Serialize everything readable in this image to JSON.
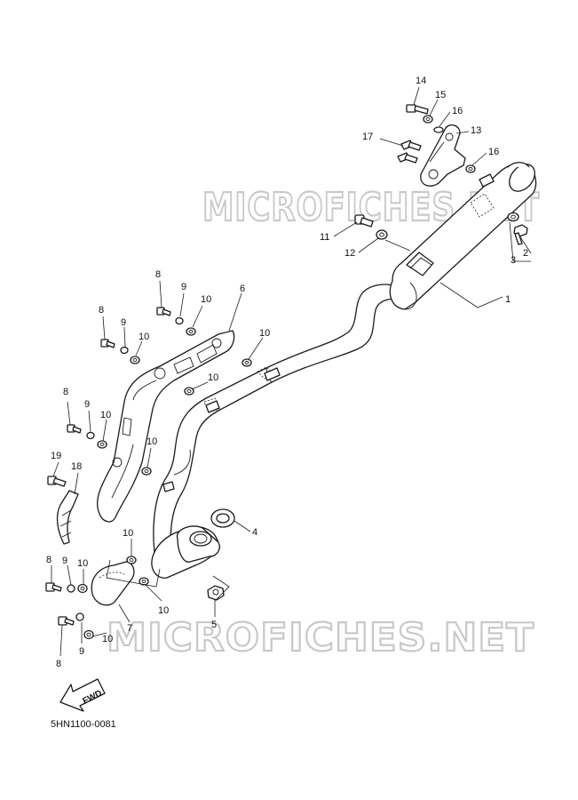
{
  "watermark": "MICROFICHES.NET",
  "diagram_code": "5HN1100-0081",
  "fwd_label": "FWD",
  "callouts": [
    {
      "id": "c14",
      "text": "14"
    },
    {
      "id": "c15",
      "text": "15"
    },
    {
      "id": "c16a",
      "text": "16"
    },
    {
      "id": "c13",
      "text": "13"
    },
    {
      "id": "c17",
      "text": "17"
    },
    {
      "id": "c16b",
      "text": "16"
    },
    {
      "id": "c11",
      "text": "11"
    },
    {
      "id": "c12",
      "text": "12"
    },
    {
      "id": "c2",
      "text": "2"
    },
    {
      "id": "c3",
      "text": "3"
    },
    {
      "id": "c1",
      "text": "1"
    },
    {
      "id": "c8a",
      "text": "8"
    },
    {
      "id": "c9a",
      "text": "9"
    },
    {
      "id": "c10a",
      "text": "10"
    },
    {
      "id": "c6",
      "text": "6"
    },
    {
      "id": "c8b",
      "text": "8"
    },
    {
      "id": "c9b",
      "text": "9"
    },
    {
      "id": "c10b",
      "text": "10"
    },
    {
      "id": "c10c",
      "text": "10"
    },
    {
      "id": "c10d",
      "text": "10"
    },
    {
      "id": "c8c",
      "text": "8"
    },
    {
      "id": "c9c",
      "text": "9"
    },
    {
      "id": "c10e",
      "text": "10"
    },
    {
      "id": "c10f",
      "text": "10"
    },
    {
      "id": "c19",
      "text": "19"
    },
    {
      "id": "c18",
      "text": "18"
    },
    {
      "id": "c4",
      "text": "4"
    },
    {
      "id": "c10g",
      "text": "10"
    },
    {
      "id": "c8d",
      "text": "8"
    },
    {
      "id": "c9d",
      "text": "9"
    },
    {
      "id": "c10h",
      "text": "10"
    },
    {
      "id": "c10i",
      "text": "10"
    },
    {
      "id": "c7",
      "text": "7"
    },
    {
      "id": "c5",
      "text": "5"
    },
    {
      "id": "c10j",
      "text": "10"
    },
    {
      "id": "c9e",
      "text": "9"
    },
    {
      "id": "c8e",
      "text": "8"
    }
  ]
}
